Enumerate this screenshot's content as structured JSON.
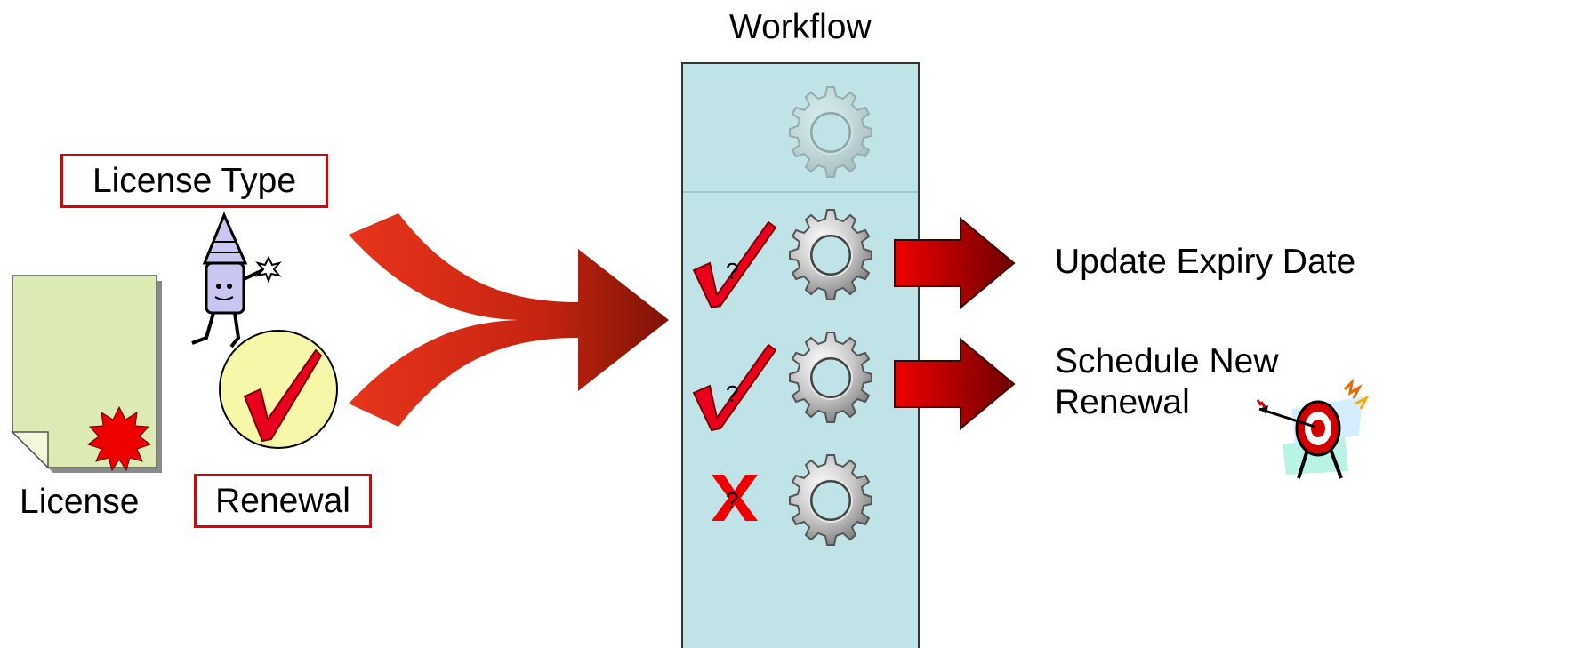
{
  "diagram": {
    "workflow_title": "Workflow",
    "license_type_label": "License Type",
    "license_label": "License",
    "renewal_label": "Renewal",
    "outputs": [
      "Update Expiry Date",
      "Schedule New Renewal"
    ],
    "step_marks": [
      "?",
      "?",
      "?"
    ]
  },
  "colors": {
    "workflow_bg": "#bfe3e6",
    "arrow_red": "#e0341c",
    "arrow_dark": "#8c1508",
    "box_border": "#e00000",
    "document_fill": "#dcebb3",
    "badge_fill": "#f7f7aa",
    "check_red": "#e8001c"
  },
  "icons": [
    "document-icon",
    "seal-icon",
    "rocket-mascot-icon",
    "check-icon",
    "cross-icon",
    "gear-icon",
    "target-arrow-icon"
  ]
}
